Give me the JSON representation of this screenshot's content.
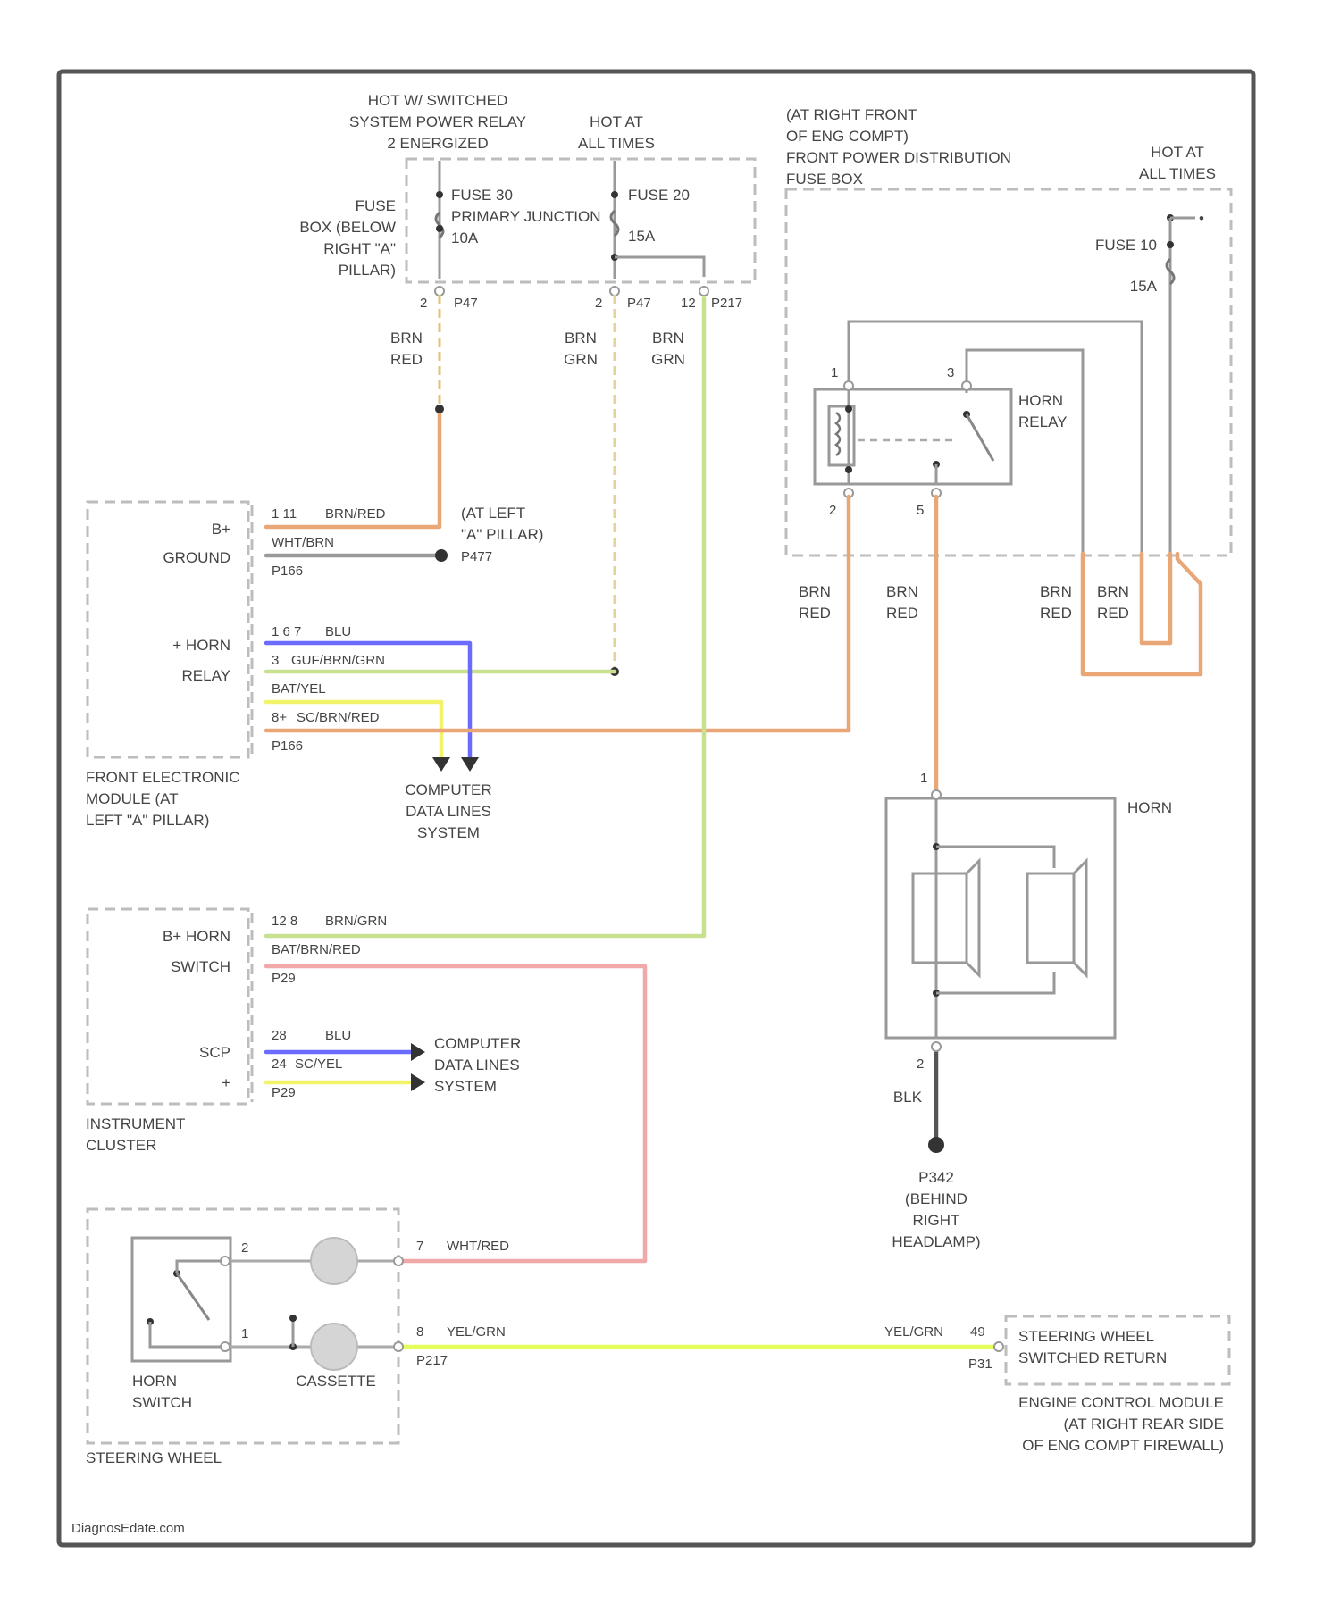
{
  "colors": {
    "brn_red": "#e9a676",
    "brn_grn": "#c9e08f",
    "brn_grn_dash": "#e4d29a",
    "blu": "#6b6bff",
    "yel": "#f3f36a",
    "wht_red": "#f0a8a8",
    "yel_grn": "#e5ff5a",
    "blk": "#555555",
    "gry": "#9a9a9a",
    "frame": "#555555"
  },
  "power_sources": {
    "system_relay": [
      "HOT W/ SWITCHED",
      "SYSTEM POWER RELAY",
      "2 ENERGIZED"
    ],
    "hot_at_all_times_a": [
      "HOT AT",
      "ALL TIMES"
    ],
    "hot_at_all_times_b": [
      "HOT AT",
      "ALL TIMES"
    ]
  },
  "fuse_box_left": {
    "label": [
      "FUSE",
      "BOX (BELOW",
      "RIGHT \"A\"",
      "PILLAR)"
    ],
    "fuse_a": [
      "FUSE 30",
      "PRIMARY JUNCTION",
      "10A"
    ],
    "fuse_b": [
      "FUSE 20",
      "15A"
    ],
    "pins": [
      {
        "num": "2",
        "conn": "P47"
      },
      {
        "num": "2",
        "conn": "P47"
      },
      {
        "num": "12",
        "conn": "P217"
      }
    ]
  },
  "fuse_box_right": {
    "label": [
      "(AT RIGHT FRONT",
      "OF ENG COMPT)",
      "FRONT POWER DISTRIBUTION",
      "FUSE BOX"
    ],
    "fuse": [
      "FUSE 10",
      "15A"
    ],
    "relay": [
      "HORN",
      "RELAY"
    ],
    "relay_pins": [
      "1",
      "3",
      "2",
      "5"
    ]
  },
  "wire_labels_top": [
    [
      "BRN",
      "RED"
    ],
    [
      "BRN",
      "GRN"
    ],
    [
      "BRN",
      "GRN"
    ]
  ],
  "wire_labels_right": [
    [
      "BRN",
      "RED"
    ],
    [
      "BRN",
      "RED"
    ],
    [
      "BRN",
      "RED"
    ],
    [
      "BRN",
      "RED"
    ]
  ],
  "fem": {
    "pins": [
      "B+",
      "GROUND",
      "+ HORN",
      "RELAY"
    ],
    "wires": [
      {
        "pin": "1 11",
        "color": "BRN/RED"
      },
      {
        "pin": "",
        "color": "WHT/BRN"
      },
      {
        "pin": "",
        "color": "P166"
      },
      {
        "pin": "1 6 7",
        "color": "BLU"
      },
      {
        "pin": "3",
        "color": "GUF/BRN/GRN"
      },
      {
        "pin": "",
        "color": "BAT/YEL"
      },
      {
        "pin": "8+",
        "color": "SC/BRN/RED"
      },
      {
        "pin": "",
        "color": "P166"
      }
    ],
    "ground_label": [
      "(AT LEFT",
      "\"A\" PILLAR)"
    ],
    "ground_conn": "P477",
    "label": [
      "FRONT ELECTRONIC",
      "MODULE (AT",
      "LEFT \"A\" PILLAR)"
    ]
  },
  "computer_data_lines_a": [
    "COMPUTER",
    "DATA LINES",
    "SYSTEM"
  ],
  "cluster": {
    "pins": [
      "B+ HORN",
      "SWITCH",
      "SCP",
      "+"
    ],
    "wires": [
      {
        "pin": "12 8",
        "color": "BRN/GRN"
      },
      {
        "pin": "",
        "color": "BAT/BRN/RED"
      },
      {
        "pin": "",
        "color": "P29"
      },
      {
        "pin": "28",
        "color": "BLU"
      },
      {
        "pin": "24",
        "color": "SC/YEL"
      },
      {
        "pin": "",
        "color": "P29"
      }
    ],
    "label": [
      "INSTRUMENT",
      "CLUSTER"
    ]
  },
  "computer_data_lines_b": [
    "COMPUTER",
    "DATA LINES",
    "SYSTEM"
  ],
  "horn": {
    "label": "HORN",
    "pin_top": "1",
    "pin_bottom": "2",
    "wire": "BLK",
    "ground": [
      "P342",
      "(BEHIND",
      "RIGHT",
      "HEADLAMP)"
    ]
  },
  "steering": {
    "pin_a": "2",
    "pin_b": "1",
    "conn_a": {
      "pin": "7",
      "color": "WHT/RED"
    },
    "conn_b": {
      "pin": "8",
      "color": "YEL/GRN",
      "conn": "P217"
    },
    "switch_label": [
      "HORN",
      "SWITCH"
    ],
    "cassette_label": "CASSETTE",
    "label": "STEERING WHEEL"
  },
  "ecm": {
    "wire": "YEL/GRN",
    "pins": [
      "49",
      "P31"
    ],
    "function": [
      "STEERING WHEEL",
      "SWITCHED RETURN"
    ],
    "label": [
      "ENGINE CONTROL MODULE",
      "(AT RIGHT REAR SIDE",
      "OF ENG COMPT FIREWALL)"
    ]
  },
  "watermark": "DiagnosEdate.com"
}
